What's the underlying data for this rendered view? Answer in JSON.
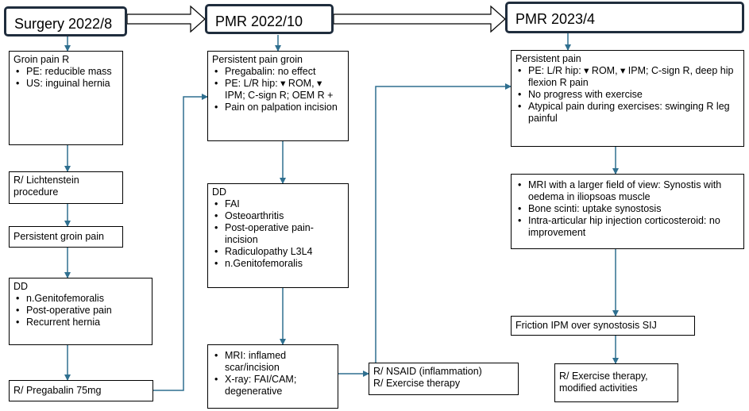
{
  "colors": {
    "arrow": "#2f6f8f",
    "header_border": "#1f2d3d"
  },
  "headers": {
    "h1": "Surgery 2022/8",
    "h2": "PMR 2022/10",
    "h3": "PMR 2023/4"
  },
  "col1": {
    "b1": {
      "title": "Groin pain R",
      "items": [
        "PE: reducible mass",
        "US: inguinal hernia"
      ]
    },
    "b2": {
      "text": "R/ Lichtenstein procedure"
    },
    "b3": {
      "text": "Persistent groin pain"
    },
    "b4": {
      "title": "DD",
      "items": [
        "n.Genitofemoralis",
        "Post-operative pain",
        "Recurrent hernia"
      ]
    },
    "b5": {
      "text": "R/ Pregabalin 75mg"
    }
  },
  "col2": {
    "b1": {
      "title": "Persistent pain groin",
      "items": [
        "Pregabalin: no effect",
        "PE:  L/R hip: ▾ ROM, ▾ IPM; C-sign R; OEM R +",
        "Pain on palpation incision"
      ]
    },
    "b2": {
      "title": "DD",
      "items": [
        "FAI",
        "Osteoarthritis",
        "Post-operative pain-incision",
        "Radiculopathy L3L4",
        "n.Genitofemoralis"
      ]
    },
    "b3": {
      "items": [
        "MRI: inflamed scar/incision",
        "X-ray: FAI/CAM; degenerative"
      ]
    },
    "b4": {
      "line1": "R/ NSAID (inflammation)",
      "line2": "R/ Exercise therapy"
    }
  },
  "col3": {
    "b1": {
      "title": "Persistent pain",
      "items": [
        "PE: L/R hip: ▾ ROM, ▾ IPM; C-sign R, deep hip flexion R pain",
        "No progress with exercise",
        "Atypical pain during exercises: swinging R leg painful"
      ]
    },
    "b2": {
      "items": [
        "MRI with a larger field of view: Synostis with oedema in iliopsoas muscle",
        "Bone scinti: uptake synostosis",
        "Intra-articular hip injection corticosteroid: no improvement"
      ]
    },
    "b3": {
      "text": "Friction IPM over synostosis SIJ"
    },
    "b4": {
      "line1": "R/ Exercise therapy,",
      "line2": "modified activities"
    }
  }
}
